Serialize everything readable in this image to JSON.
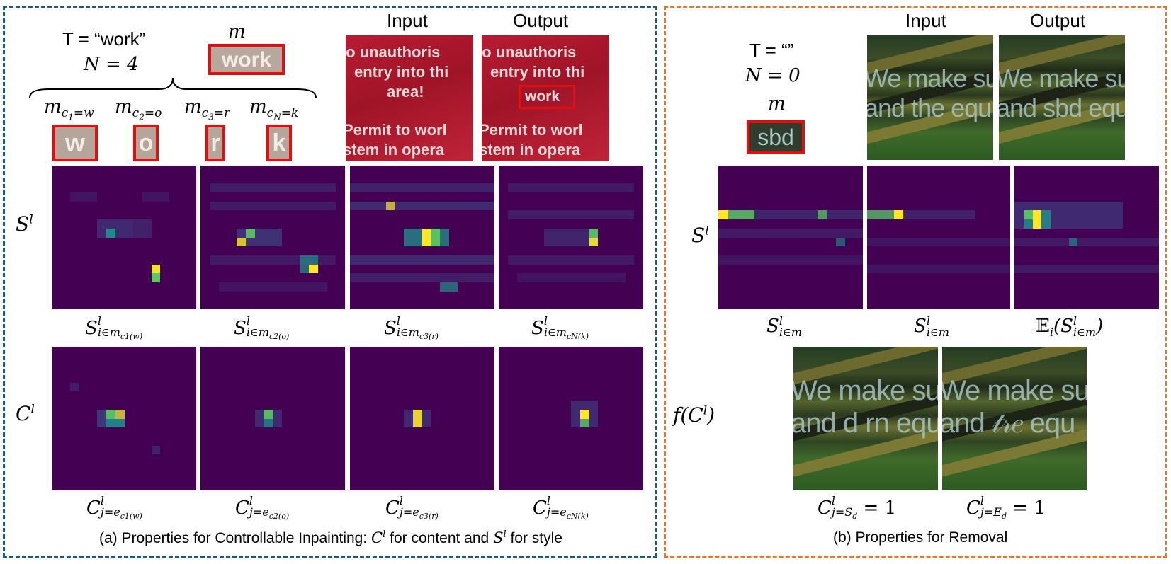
{
  "panel_a": {
    "caption": "(a) Properties for Controllable Inpainting: C^l for content and S^l for style",
    "caption_prefix": "(a) Properties for Controllable Inpainting: ",
    "caption_c": "C",
    "caption_l1": "l",
    "caption_mid": " for content and ",
    "caption_s": "S",
    "caption_l2": "l",
    "caption_suffix": " for style",
    "t_label": "T = “work”",
    "n_label": "N = 4",
    "m_label": "m",
    "m_word": "work",
    "input_label": "Input",
    "output_label": "Output",
    "photo_lines": [
      "lo unauthoris",
      "entry into thi",
      "area!",
      "",
      "Permit to worl",
      "stem in opera"
    ],
    "output_replaced_word": "work",
    "char_labels": [
      {
        "base": "m",
        "sub": "c",
        "subsub": "1",
        "cond": "=w"
      },
      {
        "base": "m",
        "sub": "c",
        "subsub": "2",
        "cond": "=o"
      },
      {
        "base": "m",
        "sub": "c",
        "subsub": "3",
        "cond": "=r"
      },
      {
        "base": "m",
        "sub": "c",
        "subsub": "N",
        "cond": "=k"
      }
    ],
    "char_crops": [
      "w",
      "o",
      "r",
      "k"
    ],
    "row_label_s": "S",
    "row_label_c": "C",
    "row_sup": "l",
    "s_captions": [
      {
        "base": "S",
        "sup": "l",
        "sub": "i∈m",
        "subsub": "c1(w)"
      },
      {
        "base": "S",
        "sup": "l",
        "sub": "i∈m",
        "subsub": "c2(o)"
      },
      {
        "base": "S",
        "sup": "l",
        "sub": "i∈m",
        "subsub": "c3(r)"
      },
      {
        "base": "S",
        "sup": "l",
        "sub": "i∈m",
        "subsub": "cN(k)"
      }
    ],
    "c_captions": [
      {
        "base": "C",
        "sup": "l",
        "sub": "j=e",
        "subsub": "c1(w)"
      },
      {
        "base": "C",
        "sup": "l",
        "sub": "j=e",
        "subsub": "c2(o)"
      },
      {
        "base": "C",
        "sup": "l",
        "sub": "j=e",
        "subsub": "c3(r)"
      },
      {
        "base": "C",
        "sup": "l",
        "sub": "j=e",
        "subsub": "cN(k)"
      }
    ]
  },
  "panel_b": {
    "caption": "(b) Properties for Removal",
    "t_label": "T = “”",
    "n_label": "N = 0",
    "m_label": "m",
    "m_word": "sbd",
    "input_label": "Input",
    "output_label": "Output",
    "input_lines": [
      "We make su",
      "and the equ"
    ],
    "output_lines": [
      "We make su",
      "and sbd equ"
    ],
    "row_label_s": "S",
    "row_sup": "l",
    "row_label_f": "f(C",
    "row_label_f_close": ")",
    "s_captions": [
      {
        "text": "S",
        "sup": "l",
        "sub": "i∈m"
      },
      {
        "text": "S",
        "sup": "l",
        "sub": "i∈m"
      },
      {
        "text": "𝔼",
        "sub_e": "i",
        "paren_open": "(S",
        "sup": "l",
        "sub": "i∈m",
        "paren_close": ")"
      }
    ],
    "f_images": [
      {
        "lines": [
          "We make su",
          "and d rn equ"
        ]
      },
      {
        "lines": [
          "We make su",
          "and 𝓉𝓇𝑒 equ"
        ]
      }
    ],
    "f_captions": [
      {
        "base": "C",
        "sup": "l",
        "sub": "j=S",
        "subsub": "d",
        "rhs": "= 1"
      },
      {
        "base": "C",
        "sup": "l",
        "sub": "j=E",
        "subsub": "d",
        "rhs": "= 1"
      }
    ]
  },
  "colors": {
    "panel_a_border": "#1e5a7a",
    "panel_b_border": "#e8742a",
    "heatmap_background": "#440154",
    "highlight_box": "#e01010",
    "viridis": [
      "#440154",
      "#3b528b",
      "#21918c",
      "#5ec962",
      "#fde725"
    ]
  }
}
